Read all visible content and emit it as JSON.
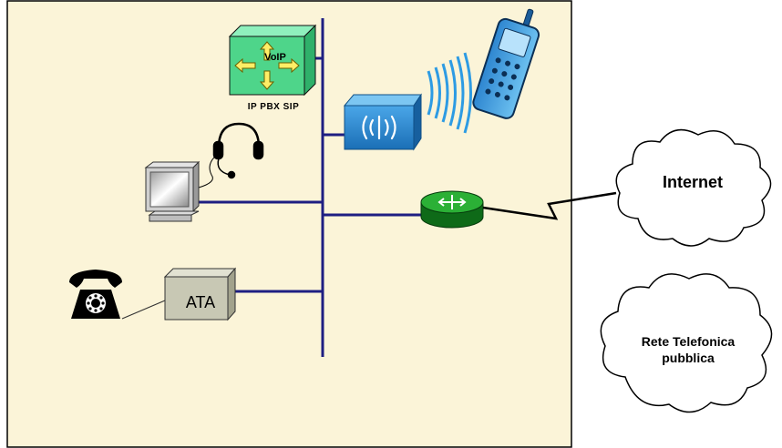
{
  "labels": {
    "pbx": "IP PBX SIP",
    "pbx_icon_text": "VoIP",
    "ata": "ATA",
    "internet": "Internet",
    "pstn": "Rete Telefonica\npubblica"
  },
  "icons": {
    "pbx": "voip-switch-cube-icon",
    "access_point": "wireless-access-point-icon",
    "mobile": "wireless-phone-icon",
    "headset": "headset-icon",
    "computer": "monitor-icon",
    "router": "router-icon",
    "telephone": "desk-telephone-icon",
    "ata": "ata-adapter-icon",
    "internet": "cloud-icon",
    "pstn": "cloud-icon"
  },
  "colors": {
    "lan_background": "#fbf4d8",
    "network_line": "#1e1e82",
    "pbx_green": "#4ed58a",
    "access_point_blue": "#2d8fd6",
    "router_green": "#1f9a2a",
    "ata_gray": "#c8c8b4"
  }
}
